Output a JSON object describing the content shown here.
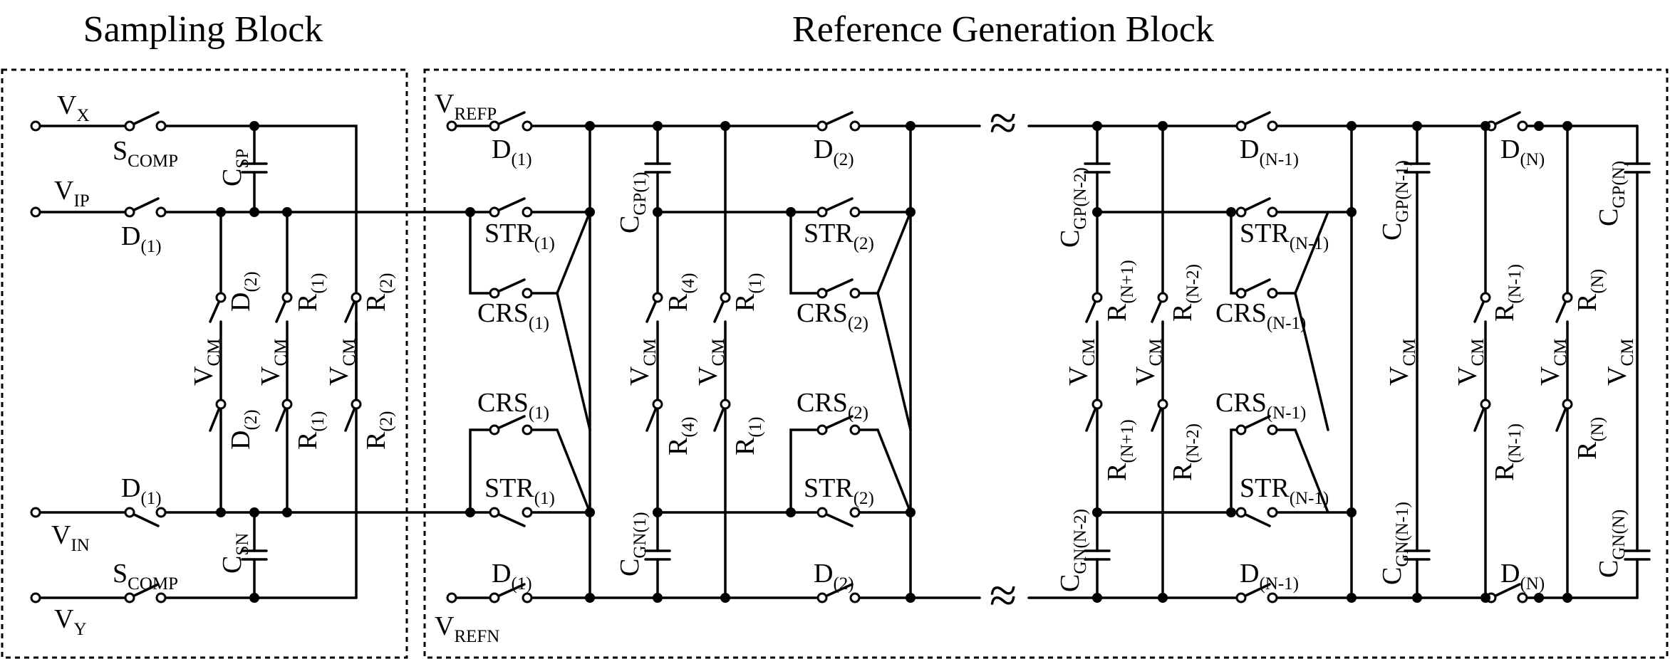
{
  "titles": {
    "sampling": "Sampling Block",
    "reference": "Reference Generation Block"
  },
  "labels": {
    "vx": {
      "main": "V",
      "sub": "X"
    },
    "vip": {
      "main": "V",
      "sub": "IP"
    },
    "vin": {
      "main": "V",
      "sub": "IN"
    },
    "vy": {
      "main": "V",
      "sub": "Y"
    },
    "vrefp": {
      "main": "V",
      "sub": "REFP"
    },
    "vrefn": {
      "main": "V",
      "sub": "REFN"
    },
    "scomp": {
      "main": "S",
      "sub": "COMP"
    },
    "csp": {
      "main": "C",
      "sub": "SP"
    },
    "csn": {
      "main": "C",
      "sub": "SN"
    },
    "vcm": {
      "main": "V",
      "sub": "CM"
    },
    "d1": {
      "main": "D",
      "sub": "(1)"
    },
    "d2": {
      "main": "D",
      "sub": "(2)"
    },
    "dn1": {
      "main": "D",
      "sub": "(N-1)"
    },
    "dn": {
      "main": "D",
      "sub": "(N)"
    },
    "r1": {
      "main": "R",
      "sub": "(1)"
    },
    "r2": {
      "main": "R",
      "sub": "(2)"
    },
    "r4": {
      "main": "R",
      "sub": "(4)"
    },
    "rn1p": {
      "main": "R",
      "sub": "(N+1)"
    },
    "rn2": {
      "main": "R",
      "sub": "(N-2)"
    },
    "rn1": {
      "main": "R",
      "sub": "(N-1)"
    },
    "rn": {
      "main": "R",
      "sub": "(N)"
    },
    "str1": {
      "main": "STR",
      "sub": "(1)"
    },
    "str2": {
      "main": "STR",
      "sub": "(2)"
    },
    "strn1": {
      "main": "STR",
      "sub": "(N-1)"
    },
    "crs1": {
      "main": "CRS",
      "sub": "(1)"
    },
    "crs2": {
      "main": "CRS",
      "sub": "(2)"
    },
    "crsn1": {
      "main": "CRS",
      "sub": "(N-1)"
    },
    "cgp1": {
      "main": "C",
      "sub": "GP(1)"
    },
    "cgn1": {
      "main": "C",
      "sub": "GN(1)"
    },
    "cgpn2": {
      "main": "C",
      "sub": "GP(N-2)"
    },
    "cgnn2": {
      "main": "C",
      "sub": "GN(N-2)"
    },
    "cgpn1": {
      "main": "C",
      "sub": "GP(N-1)"
    },
    "cgnn1": {
      "main": "C",
      "sub": "GN(N-1)"
    },
    "cgpn": {
      "main": "C",
      "sub": "GP(N)"
    },
    "cgnn": {
      "main": "C",
      "sub": "GN(N)"
    }
  },
  "break_symbol": "≈"
}
